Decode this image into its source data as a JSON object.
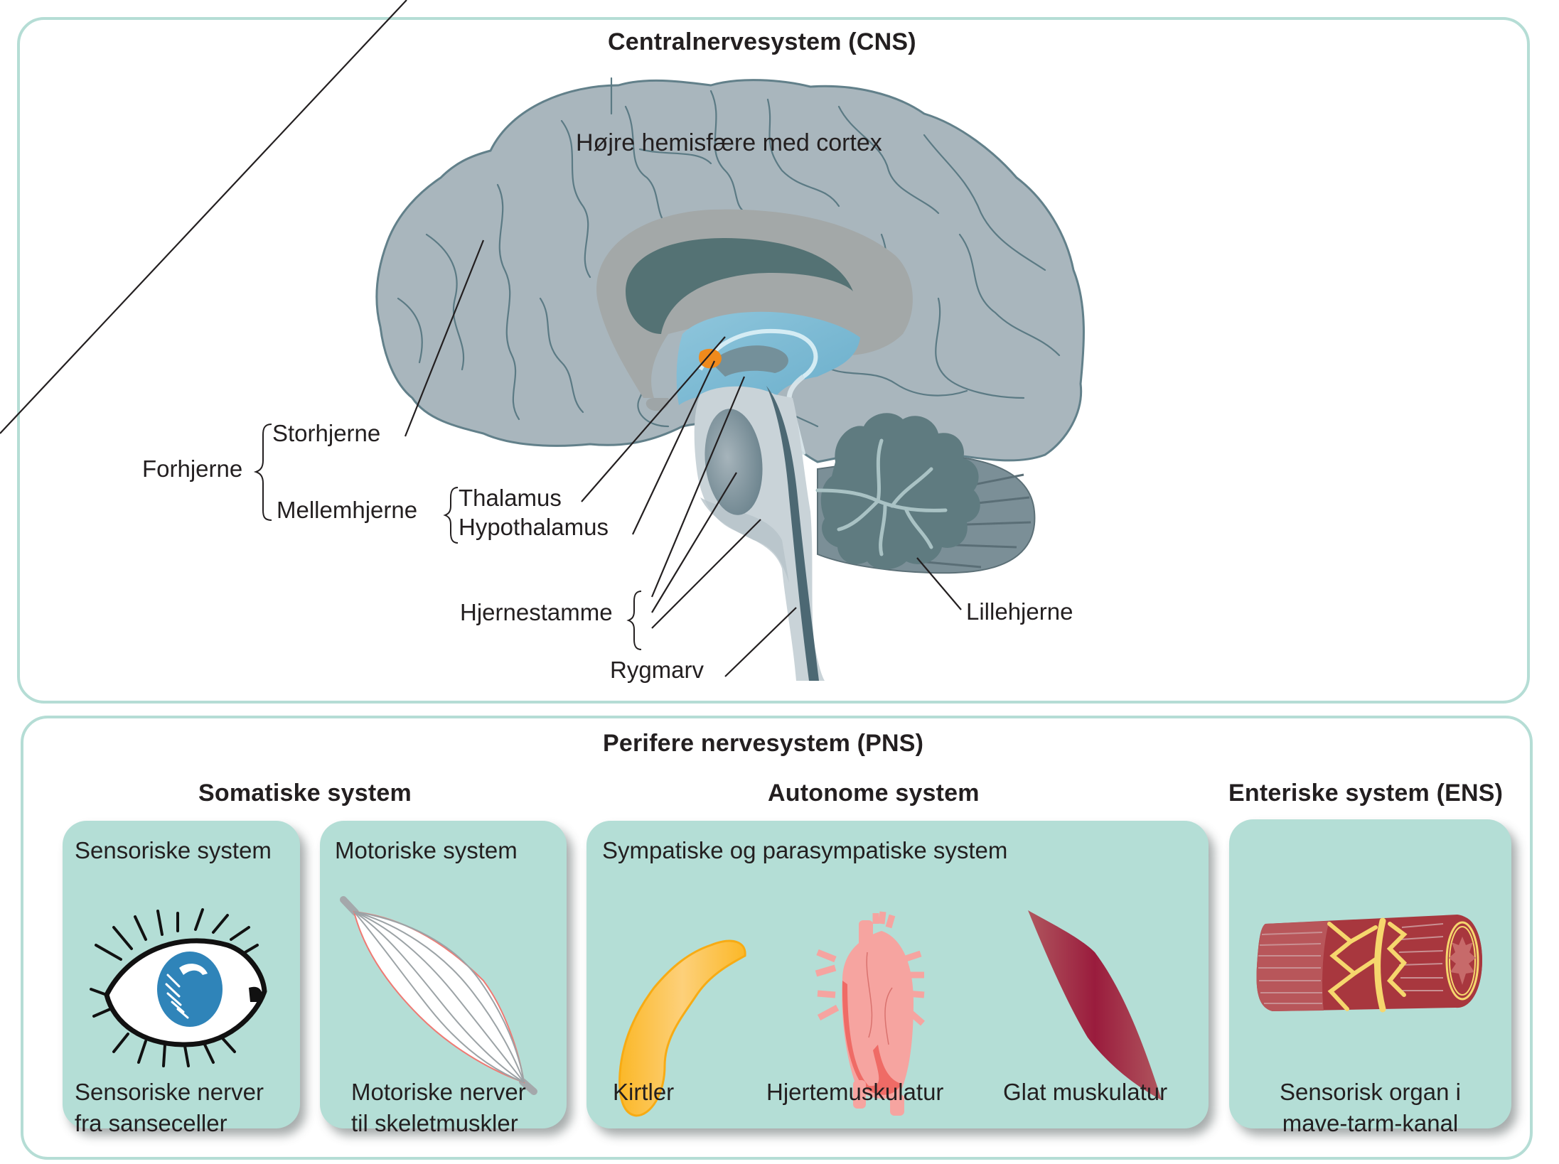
{
  "cns": {
    "title": "Centralnervesystem (CNS)",
    "labels": {
      "hemisphere": "Højre hemisfære med cortex",
      "forebrain": "Forhjerne",
      "cerebrum": "Storhjerne",
      "diencephalon": "Mellemhjerne",
      "thalamus": "Thalamus",
      "hypothalamus": "Hypothalamus",
      "brainstem": "Hjernestamme",
      "spinal_cord": "Rygmarv",
      "cerebellum": "Lillehjerne"
    }
  },
  "pns": {
    "title": "Perifere nervesystem (PNS)",
    "sections": {
      "somatic": "Somatiske system",
      "autonomic": "Autonome system",
      "enteric": "Enteriske system (ENS)"
    },
    "cards": {
      "sensory": {
        "title": "Sensoriske system",
        "caption_line1": "Sensoriske nerver",
        "caption_line2": "fra sanseceller",
        "icon": "eye-icon"
      },
      "motor": {
        "title": "Motoriske system",
        "caption_line1": "Motoriske nerver",
        "caption_line2": "til skeletmuskler",
        "icon": "skeletal-muscle-icon"
      },
      "autonomic": {
        "title": "Sympatiske og parasympatiske system",
        "items": [
          {
            "label": "Kirtler",
            "icon": "gland-icon"
          },
          {
            "label": "Hjertemuskulatur",
            "icon": "heart-icon"
          },
          {
            "label": "Glat muskulatur",
            "icon": "smooth-muscle-icon"
          }
        ]
      },
      "enteric": {
        "caption_line1": "Sensorisk organ i",
        "caption_line2": "mave-tarm-kanal",
        "icon": "intestine-icon"
      }
    }
  },
  "colors": {
    "frame": "#b5ddd5",
    "card": "#b4ded6",
    "brain": "#a9b6bd",
    "brain_dark": "#547274",
    "ventricle": "#86bfd6",
    "hypothalamus": "#f08a1c"
  }
}
